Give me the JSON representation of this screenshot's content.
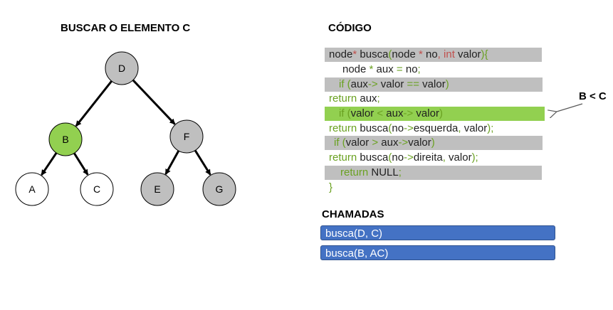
{
  "tree": {
    "title": "BUSCAR O ELEMENTO C",
    "nodes": [
      {
        "id": "D",
        "label": "D",
        "state": "visited",
        "fill": "#bfbfbf"
      },
      {
        "id": "B",
        "label": "B",
        "state": "current",
        "fill": "#92d050"
      },
      {
        "id": "F",
        "label": "F",
        "state": "visited",
        "fill": "#bfbfbf"
      },
      {
        "id": "A",
        "label": "A",
        "state": "unvisited",
        "fill": "#ffffff"
      },
      {
        "id": "C",
        "label": "C",
        "state": "unvisited",
        "fill": "#ffffff"
      },
      {
        "id": "E",
        "label": "E",
        "state": "visited",
        "fill": "#bfbfbf"
      },
      {
        "id": "G",
        "label": "G",
        "state": "visited",
        "fill": "#bfbfbf"
      }
    ],
    "edges": [
      [
        "D",
        "B"
      ],
      [
        "D",
        "F"
      ],
      [
        "B",
        "A"
      ],
      [
        "B",
        "C"
      ],
      [
        "F",
        "E"
      ],
      [
        "F",
        "G"
      ]
    ]
  },
  "code": {
    "title": "CÓDIGO",
    "lines": [
      {
        "highlight": "gray",
        "segments": [
          {
            "t": "node",
            "c": "plain"
          },
          {
            "t": "* ",
            "c": "red"
          },
          {
            "t": "busca",
            "c": "plain"
          },
          {
            "t": "(",
            "c": "green"
          },
          {
            "t": "node ",
            "c": "plain"
          },
          {
            "t": "* ",
            "c": "red"
          },
          {
            "t": "no",
            "c": "plain"
          },
          {
            "t": ", ",
            "c": "red"
          },
          {
            "t": "int",
            "c": "red"
          },
          {
            "t": " valor",
            "c": "plain"
          },
          {
            "t": "){",
            "c": "green"
          }
        ]
      },
      {
        "highlight": "none",
        "segments": [
          {
            "t": "node ",
            "c": "plain"
          },
          {
            "t": "*",
            "c": "green"
          },
          {
            "t": " aux ",
            "c": "plain"
          },
          {
            "t": "=",
            "c": "green"
          },
          {
            "t": " no",
            "c": "plain"
          },
          {
            "t": ";",
            "c": "green"
          }
        ]
      },
      {
        "highlight": "gray",
        "segments": [
          {
            "t": "if ",
            "c": "green"
          },
          {
            "t": "(",
            "c": "green"
          },
          {
            "t": "aux",
            "c": "plain"
          },
          {
            "t": "-> ",
            "c": "green"
          },
          {
            "t": "valor ",
            "c": "plain"
          },
          {
            "t": "==",
            "c": "green"
          },
          {
            "t": " valor",
            "c": "plain"
          },
          {
            "t": ")",
            "c": "green"
          }
        ]
      },
      {
        "highlight": "none",
        "segments": [
          {
            "t": "return",
            "c": "green"
          },
          {
            "t": " aux",
            "c": "plain"
          },
          {
            "t": ";",
            "c": "green"
          }
        ]
      },
      {
        "highlight": "green",
        "segments": [
          {
            "t": "if ",
            "c": "green"
          },
          {
            "t": "(",
            "c": "green"
          },
          {
            "t": "valor ",
            "c": "plain"
          },
          {
            "t": "<",
            "c": "green"
          },
          {
            "t": " aux",
            "c": "plain"
          },
          {
            "t": "-> ",
            "c": "green"
          },
          {
            "t": "valor",
            "c": "plain"
          },
          {
            "t": ")",
            "c": "green"
          }
        ]
      },
      {
        "highlight": "none",
        "segments": [
          {
            "t": "return",
            "c": "green"
          },
          {
            "t": " busca",
            "c": "plain"
          },
          {
            "t": "(",
            "c": "green"
          },
          {
            "t": "no",
            "c": "plain"
          },
          {
            "t": "->",
            "c": "green"
          },
          {
            "t": "esquerda",
            "c": "plain"
          },
          {
            "t": ", ",
            "c": "green"
          },
          {
            "t": "valor",
            "c": "plain"
          },
          {
            "t": ");",
            "c": "green"
          }
        ]
      },
      {
        "highlight": "gray",
        "segments": [
          {
            "t": "if ",
            "c": "green"
          },
          {
            "t": "(",
            "c": "green"
          },
          {
            "t": "valor ",
            "c": "plain"
          },
          {
            "t": ">",
            "c": "green"
          },
          {
            "t": " aux",
            "c": "plain"
          },
          {
            "t": "->",
            "c": "green"
          },
          {
            "t": "valor",
            "c": "plain"
          },
          {
            "t": ")",
            "c": "green"
          }
        ]
      },
      {
        "highlight": "none",
        "segments": [
          {
            "t": "return",
            "c": "green"
          },
          {
            "t": " busca",
            "c": "plain"
          },
          {
            "t": "(",
            "c": "green"
          },
          {
            "t": "no",
            "c": "plain"
          },
          {
            "t": "->",
            "c": "green"
          },
          {
            "t": "direita",
            "c": "plain"
          },
          {
            "t": ", ",
            "c": "green"
          },
          {
            "t": "valor",
            "c": "plain"
          },
          {
            "t": ");",
            "c": "green"
          }
        ]
      },
      {
        "highlight": "gray",
        "segments": [
          {
            "t": "return",
            "c": "green"
          },
          {
            "t": " NULL",
            "c": "plain"
          },
          {
            "t": ";",
            "c": "green"
          }
        ]
      },
      {
        "highlight": "none",
        "segments": [
          {
            "t": "}",
            "c": "green"
          }
        ]
      }
    ]
  },
  "annotation": {
    "text": "B < C"
  },
  "calls": {
    "title": "CHAMADAS",
    "items": [
      "busca(D, C)",
      "busca(B, AC)"
    ]
  }
}
